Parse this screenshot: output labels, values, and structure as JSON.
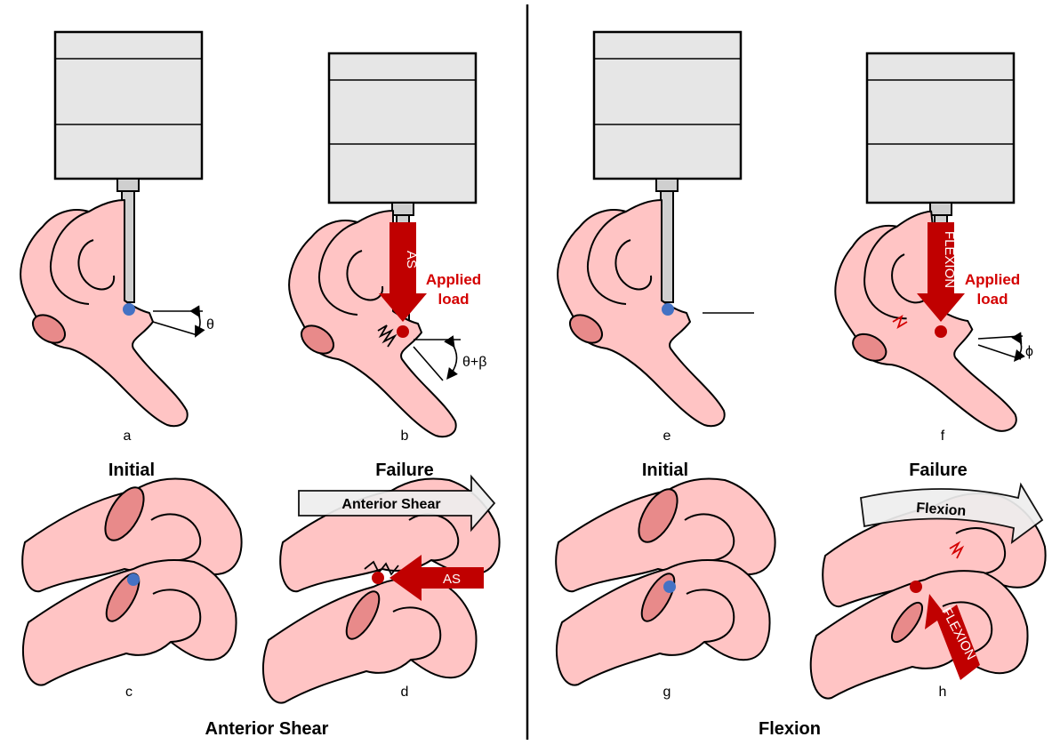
{
  "panel_letters": {
    "a": "a",
    "b": "b",
    "c": "c",
    "d": "d",
    "e": "e",
    "f": "f",
    "g": "g",
    "h": "h"
  },
  "state_titles": {
    "initial_left": "Initial",
    "failure_left": "Failure",
    "initial_right": "Initial",
    "failure_right": "Failure"
  },
  "section_titles": {
    "left": "Anterior Shear",
    "right": "Flexion"
  },
  "angles": {
    "a": "θ",
    "b": "θ+β",
    "f": "ϕ"
  },
  "applied_load": {
    "b_line1": "Applied",
    "b_line2": "load",
    "f_line1": "Applied",
    "f_line2": "load"
  },
  "arrow_labels": {
    "b": "AS",
    "d": "AS",
    "f": "FLEXION",
    "h": "FLEXION"
  },
  "motion_labels": {
    "d": "Anterior Shear",
    "h": "Flexion"
  },
  "colors": {
    "bone": "#ffc4c4",
    "facet": "#e88a8a",
    "load_arrow": "#c00000",
    "initial_point": "#4472c4",
    "failure_point": "#c00000",
    "fracture": "#d40000"
  }
}
